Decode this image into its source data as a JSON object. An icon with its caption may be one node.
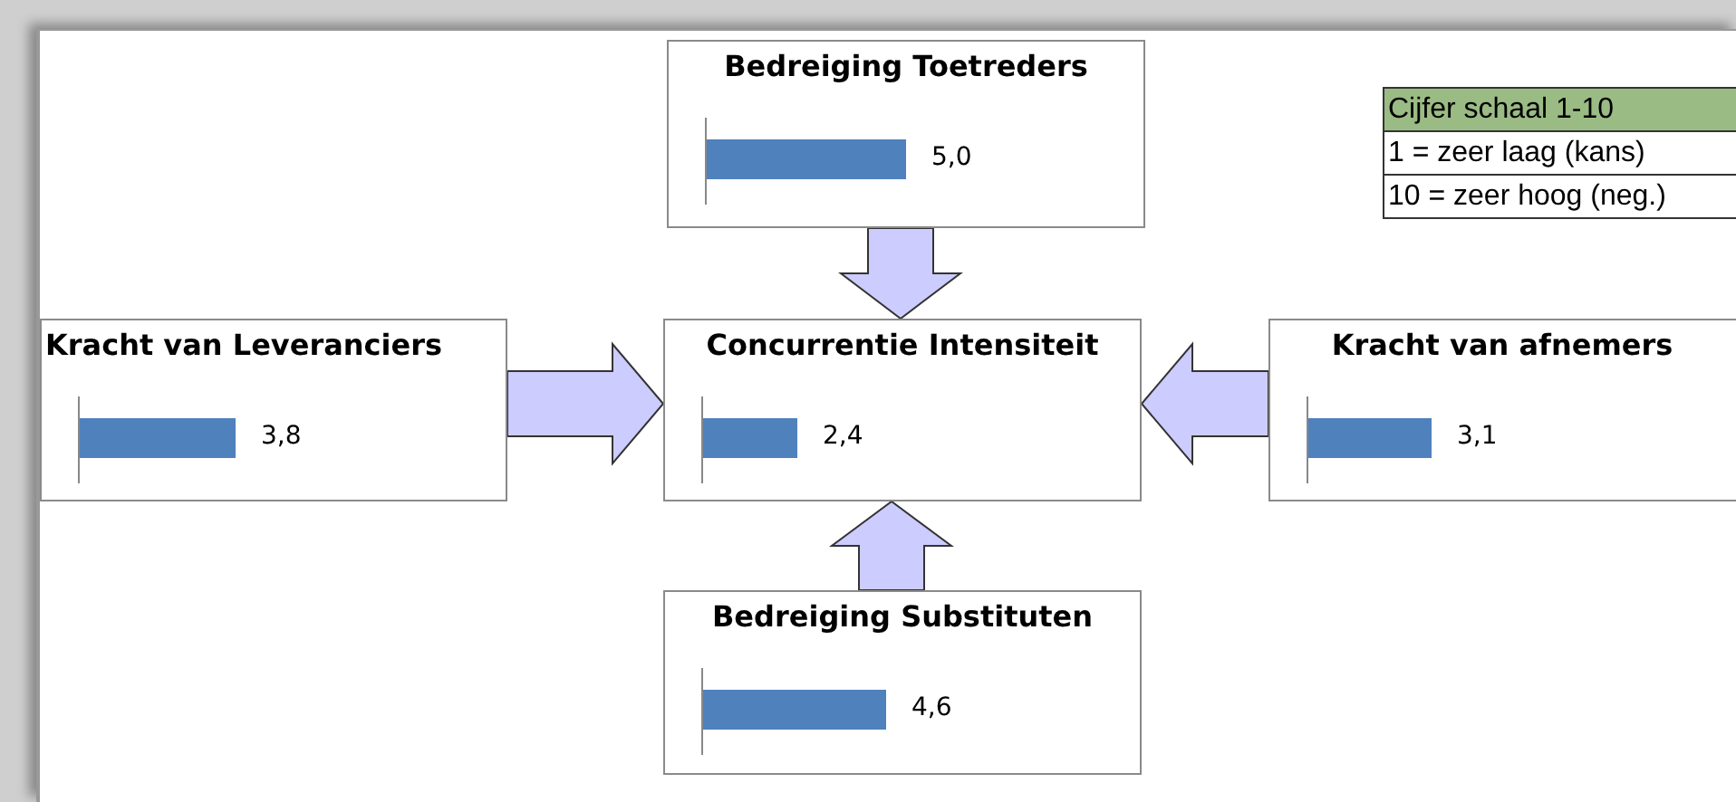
{
  "diagram": {
    "nodes": [
      {
        "text": [
          "Bedreiging Toetreders",
          "5,0"
        ]
      },
      {
        "text": [
          "Kracht van Leveranciers",
          "3,8"
        ]
      },
      {
        "text": [
          "Concurrentie Intensiteit",
          "2,4"
        ]
      },
      {
        "text": [
          "Kracht van afnemers",
          "3,1"
        ]
      },
      {
        "text": [
          "Bedreiging Substituten",
          "4,6"
        ]
      }
    ],
    "edges": [
      {
        "from": 0,
        "to": 2,
        "arrow": "to"
      },
      {
        "from": 1,
        "to": 2,
        "arrow": "to"
      },
      {
        "from": 3,
        "to": 2,
        "arrow": "to"
      },
      {
        "from": 4,
        "to": 2,
        "arrow": "to"
      }
    ],
    "labels": [
      "Cijfer schaal 1-10",
      "1 = zeer laag (kans)",
      "10 = zeer hoog (neg.)"
    ]
  }
}
